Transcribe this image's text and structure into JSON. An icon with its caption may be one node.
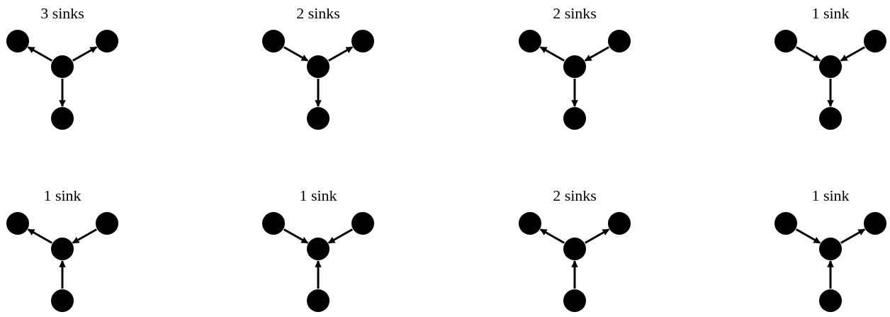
{
  "diagram": {
    "nodes": [
      {
        "text": [],
        "shape": "circle"
      },
      {
        "text": [],
        "shape": "circle"
      },
      {
        "text": [],
        "shape": "circle"
      },
      {
        "text": [],
        "shape": "circle"
      },
      {
        "text": [],
        "shape": "circle"
      },
      {
        "text": [],
        "shape": "circle"
      },
      {
        "text": [],
        "shape": "circle"
      },
      {
        "text": [],
        "shape": "circle"
      },
      {
        "text": [],
        "shape": "circle"
      },
      {
        "text": [],
        "shape": "circle"
      },
      {
        "text": [],
        "shape": "circle"
      },
      {
        "text": [],
        "shape": "circle"
      },
      {
        "text": [],
        "shape": "circle"
      },
      {
        "text": [],
        "shape": "circle"
      },
      {
        "text": [],
        "shape": "circle"
      },
      {
        "text": [],
        "shape": "circle"
      },
      {
        "text": [],
        "shape": "circle"
      },
      {
        "text": [],
        "shape": "circle"
      },
      {
        "text": [],
        "shape": "circle"
      },
      {
        "text": [],
        "shape": "circle"
      },
      {
        "text": [],
        "shape": "circle"
      },
      {
        "text": [],
        "shape": "circle"
      },
      {
        "text": [],
        "shape": "circle"
      },
      {
        "text": [],
        "shape": "circle"
      },
      {
        "text": [],
        "shape": "circle"
      },
      {
        "text": [],
        "shape": "circle"
      },
      {
        "text": [],
        "shape": "circle"
      },
      {
        "text": [],
        "shape": "circle"
      },
      {
        "text": [],
        "shape": "circle"
      },
      {
        "text": [],
        "shape": "circle"
      },
      {
        "text": [],
        "shape": "circle"
      },
      {
        "text": [],
        "shape": "circle"
      }
    ],
    "edges": [
      {
        "from": 2,
        "to": 0,
        "arrow": "to"
      },
      {
        "from": 2,
        "to": 1,
        "arrow": "to"
      },
      {
        "from": 2,
        "to": 3,
        "arrow": "to"
      },
      {
        "from": 4,
        "to": 6,
        "arrow": "to"
      },
      {
        "from": 6,
        "to": 5,
        "arrow": "to"
      },
      {
        "from": 6,
        "to": 7,
        "arrow": "to"
      },
      {
        "from": 10,
        "to": 8,
        "arrow": "to"
      },
      {
        "from": 9,
        "to": 10,
        "arrow": "to"
      },
      {
        "from": 10,
        "to": 11,
        "arrow": "to"
      },
      {
        "from": 12,
        "to": 14,
        "arrow": "to"
      },
      {
        "from": 13,
        "to": 14,
        "arrow": "to"
      },
      {
        "from": 14,
        "to": 15,
        "arrow": "to"
      },
      {
        "from": 18,
        "to": 16,
        "arrow": "to"
      },
      {
        "from": 17,
        "to": 18,
        "arrow": "to"
      },
      {
        "from": 19,
        "to": 18,
        "arrow": "to"
      },
      {
        "from": 20,
        "to": 22,
        "arrow": "to"
      },
      {
        "from": 21,
        "to": 22,
        "arrow": "to"
      },
      {
        "from": 23,
        "to": 22,
        "arrow": "to"
      },
      {
        "from": 26,
        "to": 24,
        "arrow": "to"
      },
      {
        "from": 26,
        "to": 25,
        "arrow": "to"
      },
      {
        "from": 27,
        "to": 26,
        "arrow": "to"
      },
      {
        "from": 28,
        "to": 30,
        "arrow": "to"
      },
      {
        "from": 30,
        "to": 29,
        "arrow": "to"
      },
      {
        "from": 31,
        "to": 30,
        "arrow": "to"
      }
    ],
    "labels": [
      "3 sinks",
      "2 sinks",
      "2 sinks",
      "1 sink",
      "1 sink",
      "1 sink",
      "2 sinks",
      "1 sink"
    ]
  }
}
